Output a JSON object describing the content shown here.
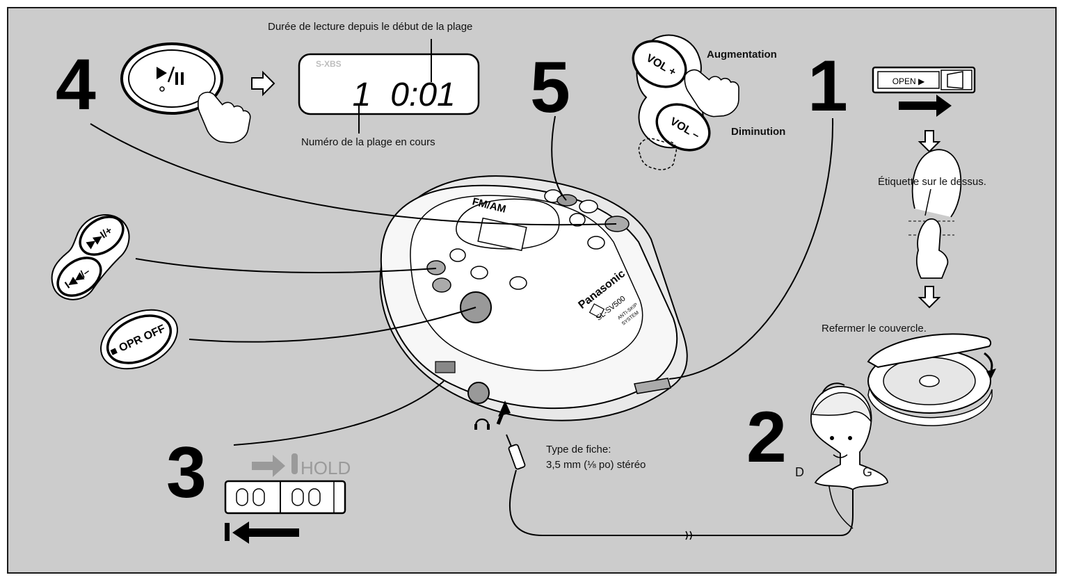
{
  "step_numbers": {
    "s1": "1",
    "s2": "2",
    "s3": "3",
    "s4": "4",
    "s5": "5"
  },
  "display": {
    "brand": "S-XBS",
    "track": "1",
    "time": "0:01"
  },
  "annotations": {
    "elapsed_time": "Durée de lecture depuis le début de la plage",
    "current_track": "Numéro de la plage en cours",
    "volume_up": "Augmentation",
    "volume_down": "Diminution",
    "label_side": "Étiquette sur le dessus.",
    "close_lid": "Refermer le couvercle.",
    "plug_type_line1": "Type de fiche:",
    "plug_type_line2": "3,5 mm (⅛ po) stéréo",
    "right_ear": "D",
    "left_ear": "G"
  },
  "buttons": {
    "play_pause": "▶/II",
    "vol_up": "VOL +",
    "vol_down": "VOL –",
    "skip_fwd": "▶▶I/+",
    "skip_back": "I◀◀/–",
    "stop_off": "■ OPR OFF",
    "open": "OPEN ▶"
  },
  "hold_switch": {
    "label": "HOLD"
  },
  "player": {
    "brand": "Panasonic",
    "model": "SL-SV500",
    "radio": "FM/AM",
    "antiskip_line1": "ANTI-SKIP",
    "antiskip_line2": "SYSTEM"
  },
  "colors": {
    "background": "#cccccc",
    "ink": "#000000",
    "panel": "#ffffff"
  }
}
